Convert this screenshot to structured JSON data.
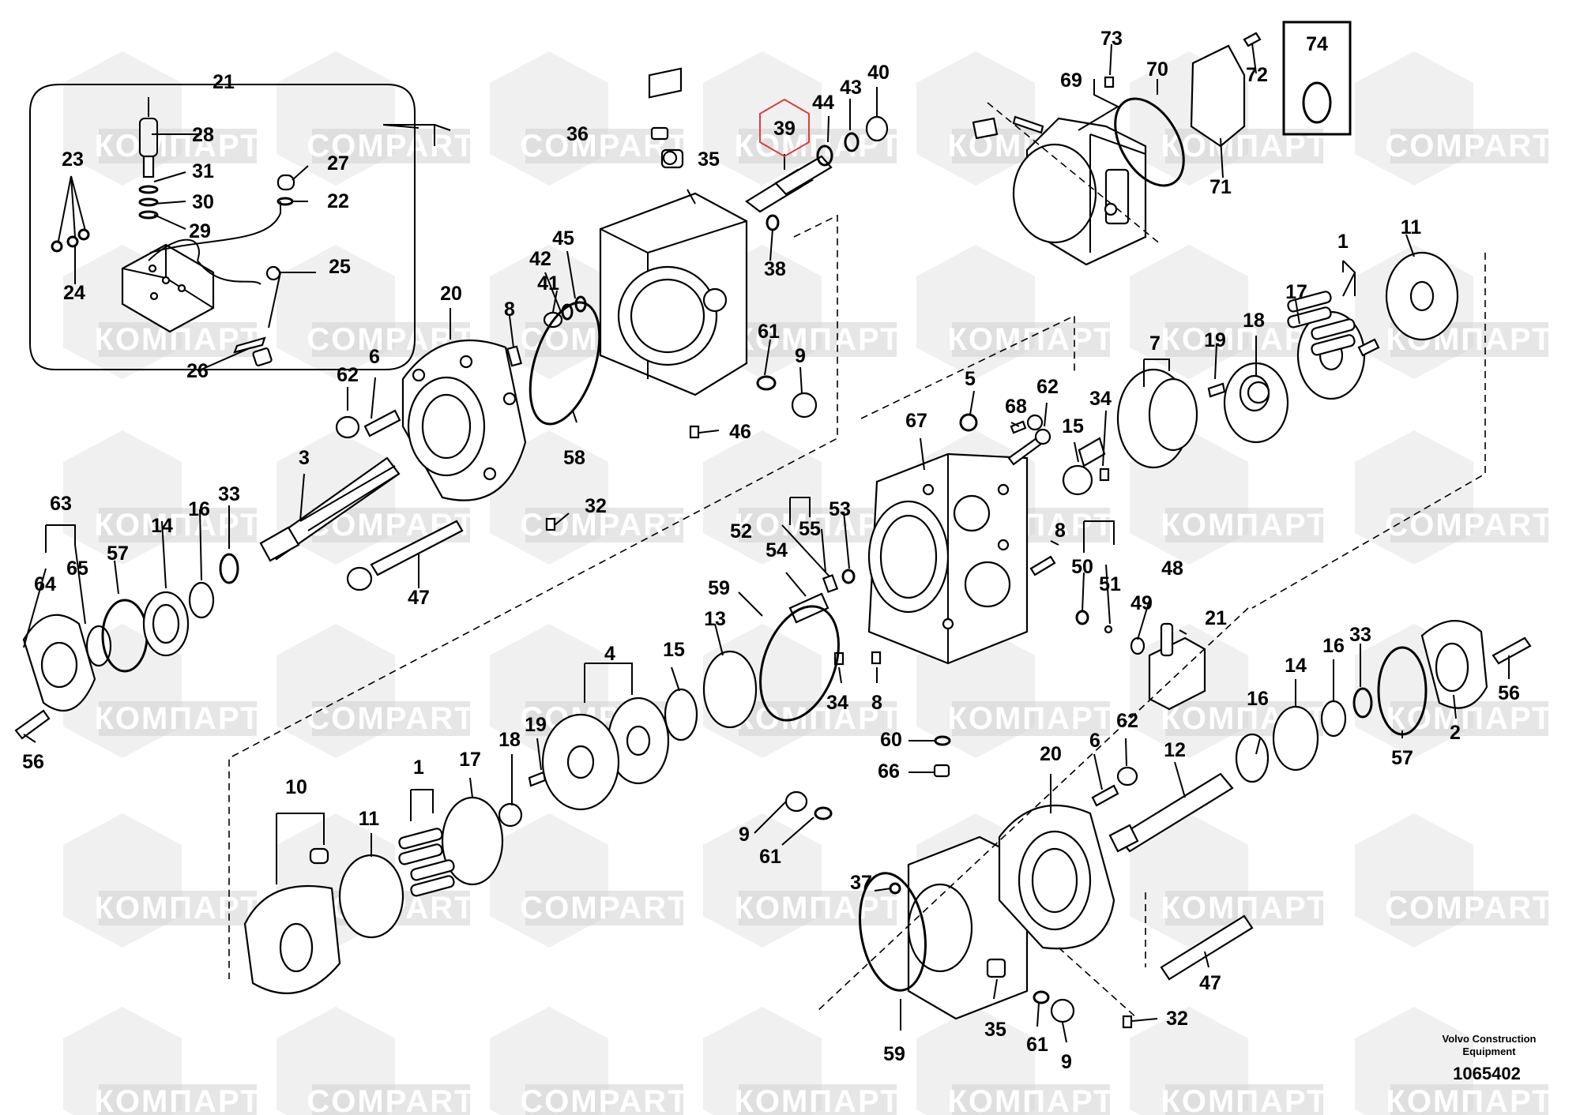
{
  "diagram": {
    "title": "",
    "credit_line1": "Volvo Construction",
    "credit_line2": "Equipment",
    "document_number": "1065402",
    "highlighted_part": "39",
    "highlight_color": "#d94040",
    "watermarks": {
      "cyrillic": "КОМПАРТ",
      "latin": "COMPART"
    },
    "callouts": {
      "c21a": "21",
      "c28": "28",
      "c23": "23",
      "c31": "31",
      "c30": "30",
      "c29": "29",
      "c27": "27",
      "c22": "22",
      "c25": "25",
      "c24": "24",
      "c26": "26",
      "c36": "36",
      "c35a": "35",
      "c39": "39",
      "c44": "44",
      "c43": "43",
      "c40": "40",
      "c38": "38",
      "c42": "42",
      "c45": "45",
      "c41": "41",
      "c61a": "61",
      "c9a": "9",
      "c46": "46",
      "c58": "58",
      "c20a": "20",
      "c8a": "8",
      "c62a": "62",
      "c6a": "6",
      "c3": "3",
      "c32a": "32",
      "c47a": "47",
      "c63": "63",
      "c65": "65",
      "c64": "64",
      "c57a": "57",
      "c14a": "14",
      "c16a": "16",
      "c33a": "33",
      "c56a": "56",
      "c73": "73",
      "c69": "69",
      "c70": "70",
      "c72": "72",
      "c74": "74",
      "c71": "71",
      "c1a": "1",
      "c11a": "11",
      "c17a": "17",
      "c18a": "18",
      "c7": "7",
      "c19a": "19",
      "c34a": "34",
      "c15a": "15",
      "c5": "5",
      "c62b": "62",
      "c68": "68",
      "c67": "67",
      "c52": "52",
      "c55": "55",
      "c53": "53",
      "c54": "54",
      "c8b": "8",
      "c50": "50",
      "c51": "51",
      "c48": "48",
      "c49": "49",
      "c21b": "21",
      "c59a": "59",
      "c13": "13",
      "c15b": "15",
      "c4": "4",
      "c34b": "34",
      "c8c": "8",
      "c60": "60",
      "c66": "66",
      "c19b": "19",
      "c18b": "18",
      "c17b": "17",
      "c1b": "1",
      "c11b": "11",
      "c10": "10",
      "c9b": "9",
      "c61b": "61",
      "c37": "37",
      "c59b": "59",
      "c35b": "35",
      "c61c": "61",
      "c9c": "9",
      "c20b": "20",
      "c6b": "6",
      "c62c": "62",
      "c12": "12",
      "c14b": "14",
      "c16b": "16",
      "c33b": "33",
      "c16c": "16",
      "c57b": "57",
      "c2": "2",
      "c56b": "56",
      "c47b": "47",
      "c32b": "32"
    }
  }
}
